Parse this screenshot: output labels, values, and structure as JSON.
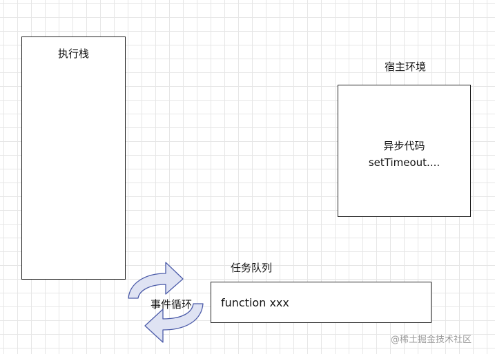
{
  "execution_stack": {
    "title": "执行栈"
  },
  "host_environment": {
    "title": "宿主环境",
    "lines": [
      "异步代码",
      "setTimeout...."
    ]
  },
  "task_queue": {
    "title": "任务队列",
    "item": "function xxx"
  },
  "event_loop": {
    "label": "事件循环"
  },
  "watermark": "@稀土掘金技术社区",
  "colors": {
    "arrow_fill": "#dfe3f3",
    "arrow_stroke": "#4a5aa8",
    "box_border": "#1f1f1f",
    "grid": "#e6e6e6"
  }
}
